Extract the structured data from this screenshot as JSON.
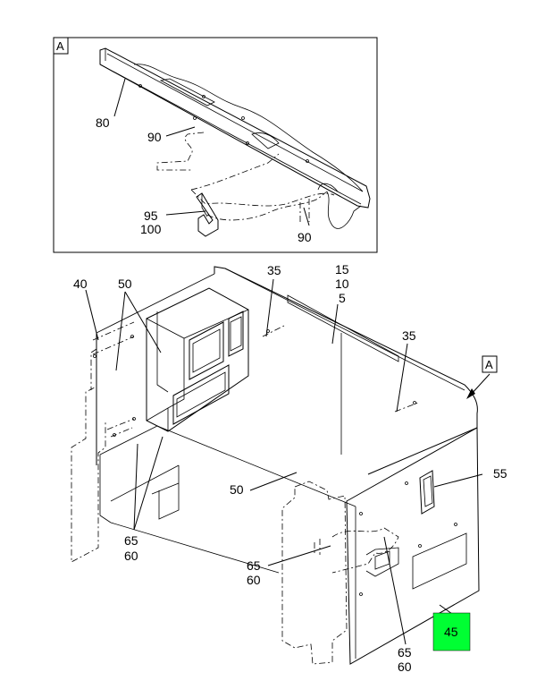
{
  "detail": {
    "tag": "A",
    "callouts": {
      "c80": "80",
      "c90a": "90",
      "c95": "95",
      "c100": "100",
      "c90b": "90"
    }
  },
  "main": {
    "view_tag": "A",
    "callouts": {
      "c40": "40",
      "c50a": "50",
      "c35a": "35",
      "c15": "15",
      "c10": "10",
      "c5": "5",
      "c35b": "35",
      "c55": "55",
      "c50b": "50",
      "c65a": "65",
      "c60a": "60",
      "c65b": "65",
      "c60b": "60",
      "c65c": "65",
      "c60c": "60",
      "c45": "45"
    },
    "highlight_color": "#00ff33"
  }
}
